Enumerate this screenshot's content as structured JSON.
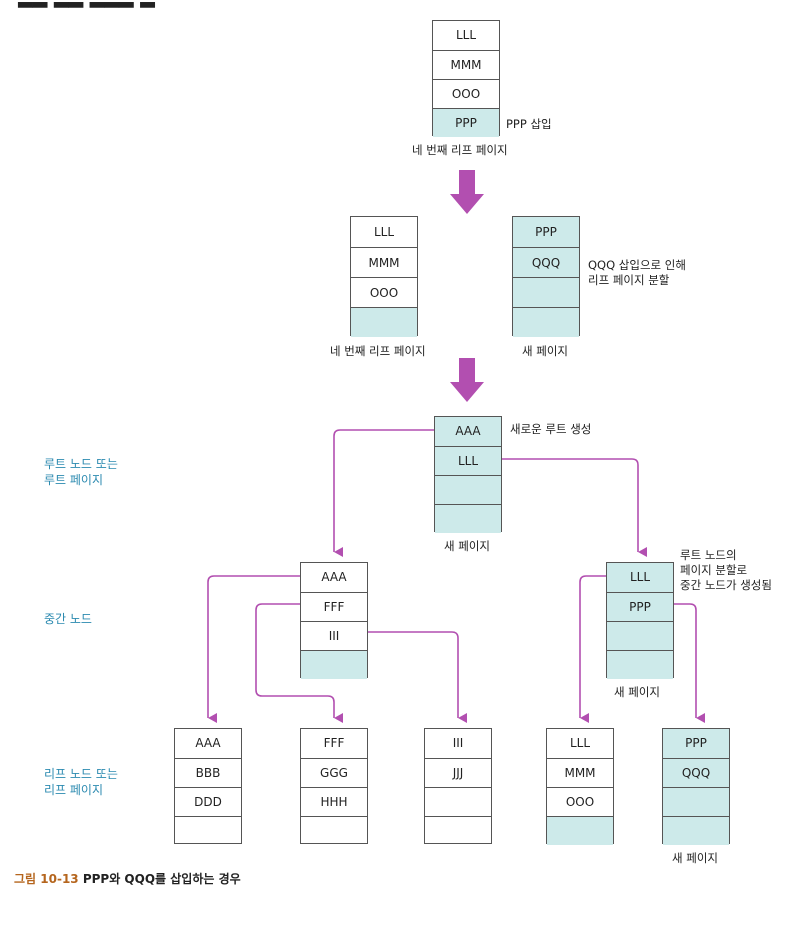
{
  "stage1": {
    "page": [
      "LLL",
      "MMM",
      "OOO",
      "PPP"
    ],
    "insert_note": "PPP 삽입",
    "label": "네 번째 리프 페이지"
  },
  "stage2": {
    "left_page": [
      "LLL",
      "MMM",
      "OOO",
      ""
    ],
    "left_label": "네 번째 리프 페이지",
    "right_page": [
      "PPP",
      "QQQ",
      "",
      ""
    ],
    "right_label": "새 페이지",
    "split_note": [
      "QQQ 삽입으로 인해",
      "리프 페이지 분할"
    ]
  },
  "stage3": {
    "root_page": [
      "AAA",
      "LLL",
      "",
      ""
    ],
    "root_note": "새로운 루트 생성",
    "root_label": "새 페이지",
    "mid_left": [
      "AAA",
      "FFF",
      "III",
      ""
    ],
    "mid_right": [
      "LLL",
      "PPP",
      "",
      ""
    ],
    "mid_right_label": "새 페이지",
    "mid_note": [
      "루트 노드의",
      "페이지 분할로",
      "중간 노드가 생성됨"
    ],
    "leaves": [
      [
        "AAA",
        "BBB",
        "DDD",
        ""
      ],
      [
        "FFF",
        "GGG",
        "HHH",
        ""
      ],
      [
        "III",
        "JJJ",
        "",
        ""
      ],
      [
        "LLL",
        "MMM",
        "OOO",
        ""
      ],
      [
        "PPP",
        "QQQ",
        "",
        ""
      ]
    ],
    "last_leaf_label": "새 페이지"
  },
  "side_labels": {
    "root": [
      "루트 노드 또는",
      "루트 페이지"
    ],
    "middle": "중간 노드",
    "leaf": [
      "리프 노드 또는",
      "리프 페이지"
    ]
  },
  "caption": {
    "number": "그림 10-13",
    "text": "PPP와 QQQ를 삽입하는 경우"
  },
  "colors": {
    "highlight": "#cdeaea",
    "arrow": "#b24fb0",
    "side_label": "#2b8ab0",
    "caption_number": "#b5651d"
  }
}
